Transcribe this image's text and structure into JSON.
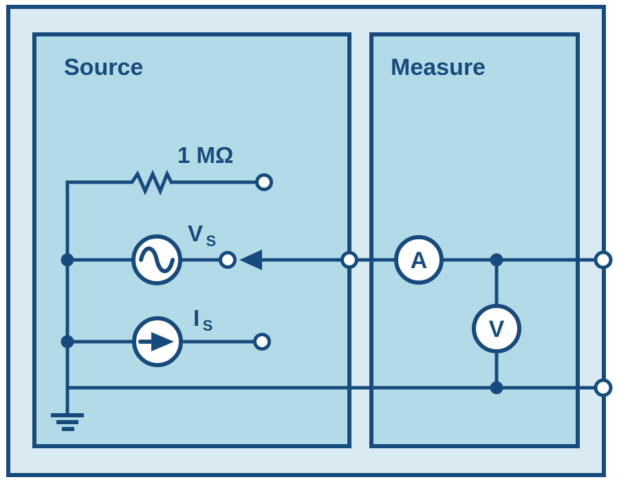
{
  "boxes": {
    "source": {
      "label": "Source"
    },
    "measure": {
      "label": "Measure"
    }
  },
  "components": {
    "resistor": {
      "value": "1 MΩ"
    },
    "voltage_source": {
      "symbol": "V",
      "subscript": "S"
    },
    "current_source": {
      "symbol": "I",
      "subscript": "S"
    },
    "ammeter": {
      "label": "A"
    },
    "voltmeter": {
      "label": "V"
    }
  },
  "colors": {
    "navy": "#174b7d",
    "panel_fill": "#d9eaf2",
    "box_fill": "#b3dbe7",
    "terminal_fill": "#ffffff"
  }
}
